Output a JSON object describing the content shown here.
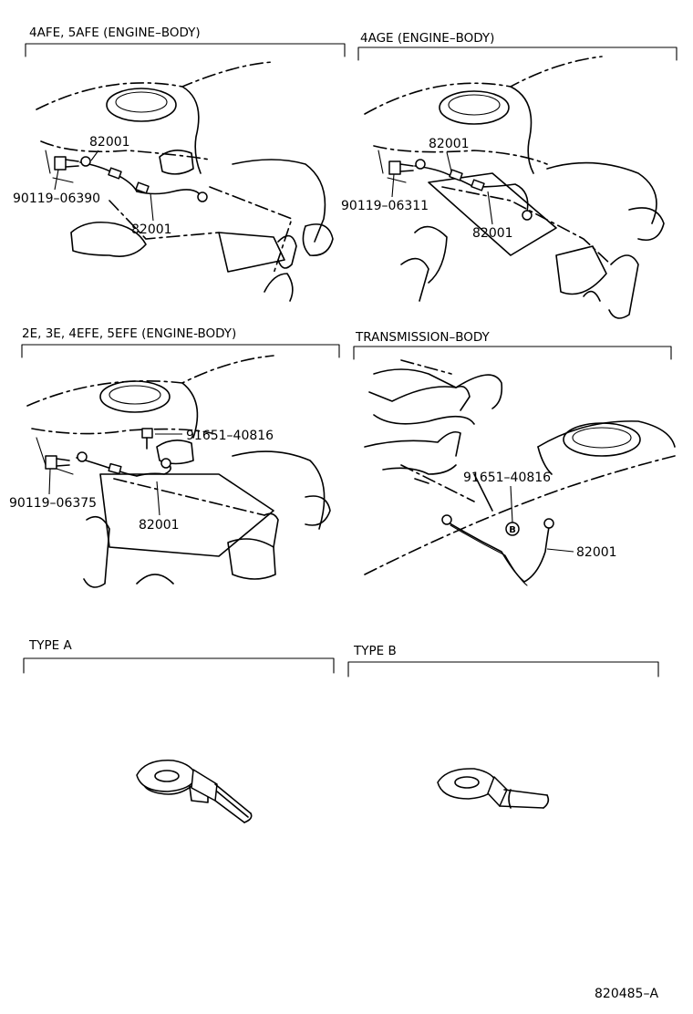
{
  "panels": {
    "p1": {
      "title": "4AFE, 5AFE (ENGINE–BODY)",
      "labels": [
        "82001",
        "90119–06390",
        "82001"
      ]
    },
    "p2": {
      "title": "4AGE (ENGINE–BODY)",
      "labels": [
        "82001",
        "90119–06311",
        "82001"
      ]
    },
    "p3": {
      "title": "2E, 3E, 4EFE, 5EFE (ENGINE-BODY)",
      "labels": [
        "91651–40816",
        "90119–06375",
        "82001"
      ]
    },
    "p4": {
      "title": "TRANSMISSION–BODY",
      "labels": [
        "91651–40816",
        "82001"
      ],
      "marker": "B"
    },
    "p5": {
      "title": "TYPE  A"
    },
    "p6": {
      "title": "TYPE  B"
    }
  },
  "figure_id": "820485–A"
}
